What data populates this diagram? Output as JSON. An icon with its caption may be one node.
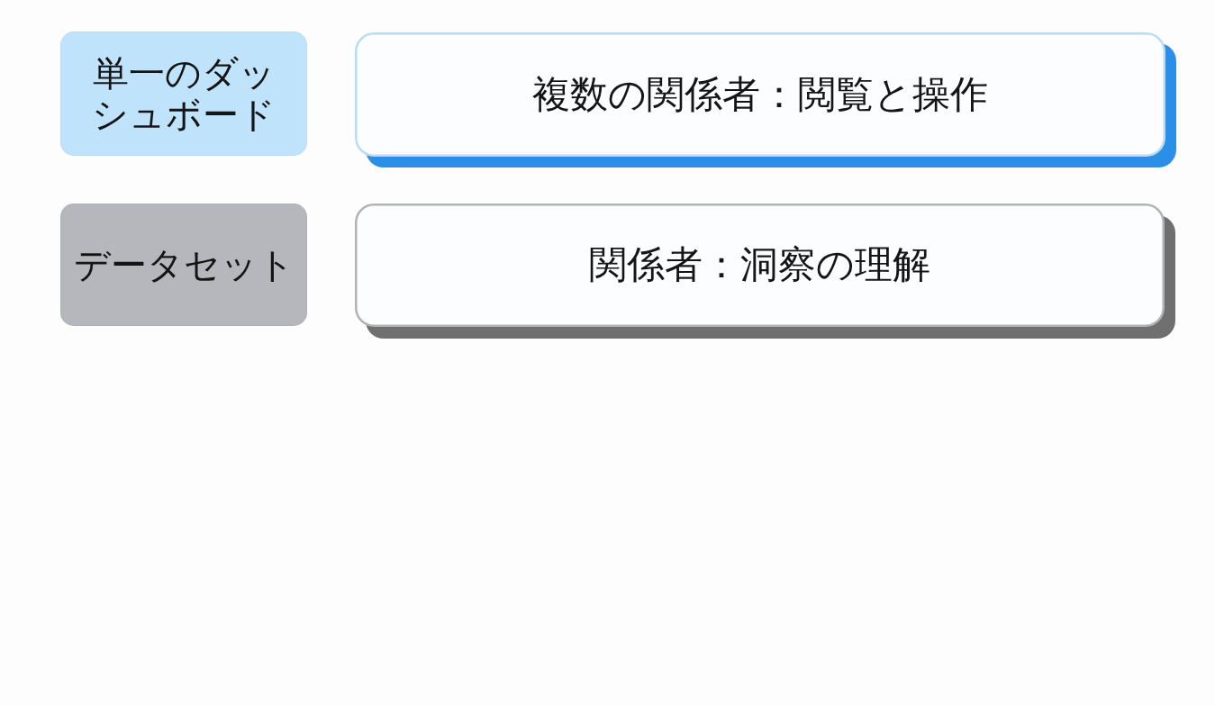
{
  "diagram": {
    "nodes": [
      {
        "text": [
          "単一のダッシュボード"
        ]
      },
      {
        "text": [
          "複数の関係者：閲覧と操作"
        ]
      },
      {
        "text": [
          "データセット"
        ]
      },
      {
        "text": [
          "関係者：洞察の理解"
        ]
      }
    ]
  }
}
